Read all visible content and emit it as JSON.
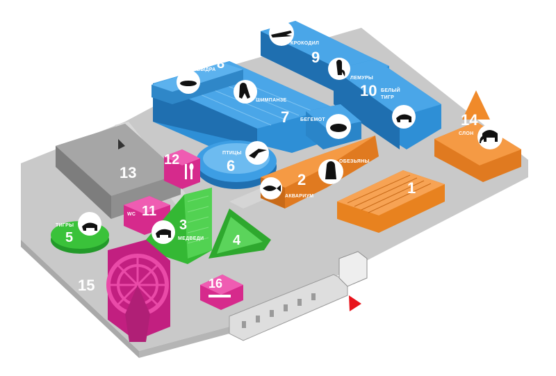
{
  "colors": {
    "ground": "#c9c9c9",
    "ground_dark": "#a9a9a9",
    "blue": "#2e8fd6",
    "blue_dark": "#1f6fb0",
    "orange": "#f08a2a",
    "orange_dark": "#c86a18",
    "green": "#3ac23a",
    "green_dark": "#23962a",
    "magenta": "#e2309a",
    "magenta_dark": "#b01f76",
    "grey_building": "#9a9a9a",
    "entrance_marker": "#e8141c"
  },
  "zones": [
    {
      "number": "1",
      "label": ""
    },
    {
      "number": "2",
      "label": "АКВАРИУМ"
    },
    {
      "number": "3",
      "label": "МЕДВЕДИ"
    },
    {
      "number": "4",
      "label": ""
    },
    {
      "number": "5",
      "label": "ТИГРЫ"
    },
    {
      "number": "6",
      "label": "ПТИЦЫ"
    },
    {
      "number": "7",
      "label": "ШИМПАНЗЕ"
    },
    {
      "number": "8",
      "label": "ВЫДРА"
    },
    {
      "number": "9",
      "label": "КРОКОДИЛ"
    },
    {
      "number": "10",
      "label": "ЛЕМУРЫ"
    },
    {
      "number": "11",
      "label": "WC"
    },
    {
      "number": "12",
      "label": ""
    },
    {
      "number": "13",
      "label": ""
    },
    {
      "number": "14",
      "label": "СЛОН"
    },
    {
      "number": "15",
      "label": ""
    },
    {
      "number": "16",
      "label": ""
    }
  ],
  "extra_labels": {
    "white_tiger_line1": "БЕЛЫЙ",
    "white_tiger_line2": "ТИГР",
    "hippo": "БЕГЕМОТ",
    "monkeys": "ОБЕЗЬЯНЫ"
  },
  "icons": [
    "crocodile-icon",
    "lemur-icon",
    "otter-icon",
    "chimpanzee-icon",
    "white-tiger-icon",
    "hippo-icon",
    "bird-icon",
    "gorilla-icon",
    "fish-icon",
    "elephant-icon",
    "tiger-icon",
    "bear-icon",
    "fork-knife-icon",
    "carousel-icon",
    "entrance-arrow-icon"
  ]
}
